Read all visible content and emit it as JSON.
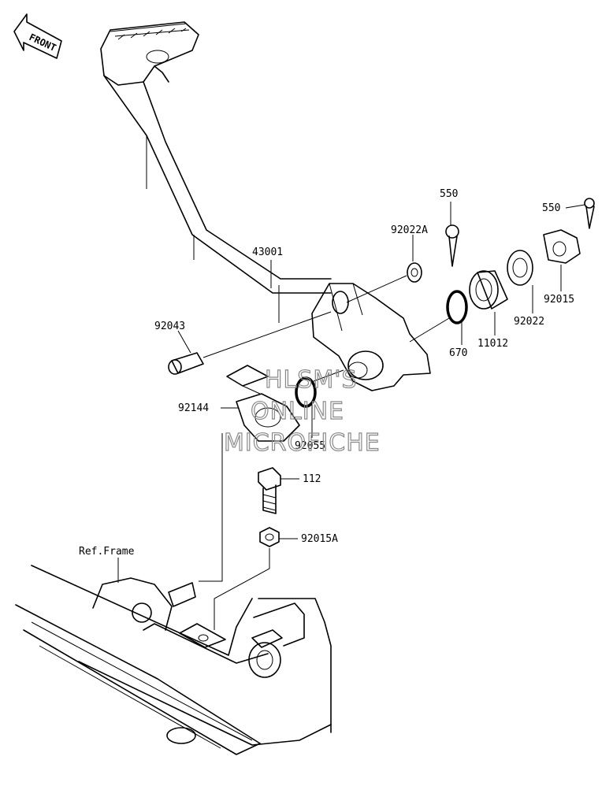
{
  "front_badge": {
    "text": "FRONT",
    "icon": "front-arrow-icon"
  },
  "labels": {
    "l43001": "43001",
    "l92043": "92043",
    "l92144": "92144",
    "l92055": "92055",
    "l92022A": "92022A",
    "l550a": "550",
    "l550b": "550",
    "l92015": "92015",
    "l92022": "92022",
    "l11012": "11012",
    "l670": "670",
    "l112": "112",
    "l92015A": "92015A",
    "ref_frame": "Ref.Frame"
  },
  "watermark": {
    "line1": "HLSM'S",
    "line2": "ONLINE",
    "line3": "MICROFICHE"
  }
}
